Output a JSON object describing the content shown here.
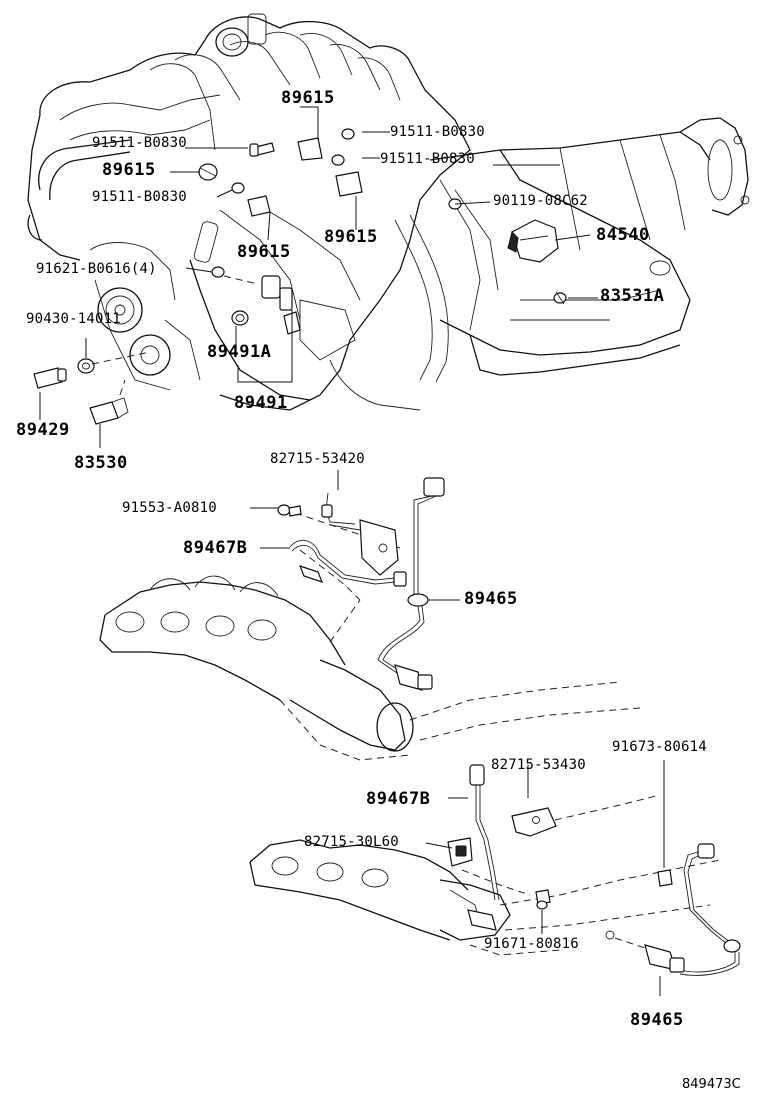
{
  "labels": {
    "p89615_a": "89615",
    "p91511_a": "91511-B0830",
    "p91511_b": "91511-B0830",
    "p89615_b": "89615",
    "p91511_c": "91511-B0830",
    "p91511_d": "91511-B0830",
    "p90119": "90119-08C62",
    "p89615_c": "89615",
    "p89615_d": "89615",
    "p84540": "84540",
    "p91621": "91621-B0616(4)",
    "p83531a": "83531A",
    "p90430": "90430-14011",
    "p89491a": "89491A",
    "p89429": "89429",
    "p89491": "89491",
    "p83530": "83530",
    "p82715_a": "82715-53420",
    "p91553": "91553-A0810",
    "p89467b_a": "89467B",
    "p89465_a": "89465",
    "p91673": "91673-80614",
    "p89467b_b": "89467B",
    "p82715_b": "82715-53430",
    "p82715_c": "82715-30L60",
    "p91671": "91671-80816",
    "p89465_b": "89465",
    "ref_code": "849473C"
  }
}
